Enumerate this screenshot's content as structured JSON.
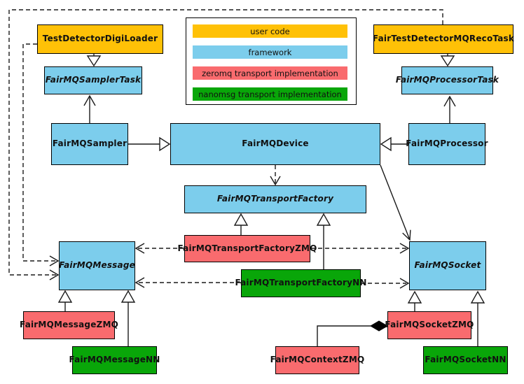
{
  "colors": {
    "user_code": "#FFC107",
    "framework": "#7CCDEC",
    "zeromq": "#F96B6E",
    "nanomsg": "#09A609",
    "background": "#FFFFFF"
  },
  "legend": {
    "items": [
      {
        "label": "user code",
        "category": "user_code"
      },
      {
        "label": "framework",
        "category": "framework"
      },
      {
        "label": "zeromq transport implementation",
        "category": "zeromq"
      },
      {
        "label": "nanomsg transport implementation",
        "category": "nanomsg"
      }
    ]
  },
  "nodes": {
    "test_detector_digi_loader": {
      "label": "TestDetectorDigiLoader",
      "category": "user_code",
      "abstract": false
    },
    "fair_test_detector_mq_reco_task": {
      "label": "FairTestDetectorMQRecoTask",
      "category": "user_code",
      "abstract": false
    },
    "fairmq_sampler_task": {
      "label": "FairMQSamplerTask",
      "category": "framework",
      "abstract": true
    },
    "fairmq_processor_task": {
      "label": "FairMQProcessorTask",
      "category": "framework",
      "abstract": true
    },
    "fairmq_sampler": {
      "label": "FairMQSampler",
      "category": "framework",
      "abstract": false
    },
    "fairmq_device": {
      "label": "FairMQDevice",
      "category": "framework",
      "abstract": false
    },
    "fairmq_processor": {
      "label": "FairMQProcessor",
      "category": "framework",
      "abstract": false
    },
    "fairmq_transport_factory": {
      "label": "FairMQTransportFactory",
      "category": "framework",
      "abstract": true
    },
    "fairmq_message": {
      "label": "FairMQMessage",
      "category": "framework",
      "abstract": true
    },
    "fairmq_socket": {
      "label": "FairMQSocket",
      "category": "framework",
      "abstract": true
    },
    "fairmq_transport_factory_zmq": {
      "label": "FairMQTransportFactoryZMQ",
      "category": "zeromq",
      "abstract": false
    },
    "fairmq_transport_factory_nn": {
      "label": "FairMQTransportFactoryNN",
      "category": "nanomsg",
      "abstract": false
    },
    "fairmq_message_zmq": {
      "label": "FairMQMessageZMQ",
      "category": "zeromq",
      "abstract": false
    },
    "fairmq_message_nn": {
      "label": "FairMQMessageNN",
      "category": "nanomsg",
      "abstract": false
    },
    "fairmq_context_zmq": {
      "label": "FairMQContextZMQ",
      "category": "zeromq",
      "abstract": false
    },
    "fairmq_socket_zmq": {
      "label": "FairMQSocketZMQ",
      "category": "zeromq",
      "abstract": false
    },
    "fairmq_socket_nn": {
      "label": "FairMQSocketNN",
      "category": "nanomsg",
      "abstract": false
    }
  },
  "edges": [
    {
      "from": "TestDetectorDigiLoader",
      "to": "FairMQSamplerTask",
      "type": "inheritance"
    },
    {
      "from": "FairTestDetectorMQRecoTask",
      "to": "FairMQProcessorTask",
      "type": "inheritance"
    },
    {
      "from": "FairMQSampler",
      "to": "FairMQSamplerTask",
      "type": "association"
    },
    {
      "from": "FairMQProcessor",
      "to": "FairMQProcessorTask",
      "type": "association"
    },
    {
      "from": "FairMQSampler",
      "to": "FairMQDevice",
      "type": "inheritance"
    },
    {
      "from": "FairMQProcessor",
      "to": "FairMQDevice",
      "type": "inheritance"
    },
    {
      "from": "FairMQDevice",
      "to": "FairMQTransportFactory",
      "type": "dependency"
    },
    {
      "from": "FairMQDevice",
      "to": "FairMQSocket",
      "type": "association"
    },
    {
      "from": "FairMQTransportFactoryZMQ",
      "to": "FairMQTransportFactory",
      "type": "inheritance"
    },
    {
      "from": "FairMQTransportFactoryNN",
      "to": "FairMQTransportFactory",
      "type": "inheritance"
    },
    {
      "from": "FairMQTransportFactoryZMQ",
      "to": "FairMQMessage",
      "type": "dependency"
    },
    {
      "from": "FairMQTransportFactoryZMQ",
      "to": "FairMQSocket",
      "type": "dependency"
    },
    {
      "from": "FairMQTransportFactoryNN",
      "to": "FairMQMessage",
      "type": "dependency"
    },
    {
      "from": "FairMQTransportFactoryNN",
      "to": "FairMQSocket",
      "type": "dependency"
    },
    {
      "from": "TestDetectorDigiLoader",
      "to": "FairMQMessage",
      "type": "dependency"
    },
    {
      "from": "FairTestDetectorMQRecoTask",
      "to": "FairMQMessage",
      "type": "dependency"
    },
    {
      "from": "FairMQMessageZMQ",
      "to": "FairMQMessage",
      "type": "inheritance"
    },
    {
      "from": "FairMQMessageNN",
      "to": "FairMQMessage",
      "type": "inheritance"
    },
    {
      "from": "FairMQSocketZMQ",
      "to": "FairMQSocket",
      "type": "inheritance"
    },
    {
      "from": "FairMQSocketNN",
      "to": "FairMQSocket",
      "type": "inheritance"
    },
    {
      "from": "FairMQSocketZMQ",
      "to": "FairMQContextZMQ",
      "type": "composition"
    }
  ]
}
